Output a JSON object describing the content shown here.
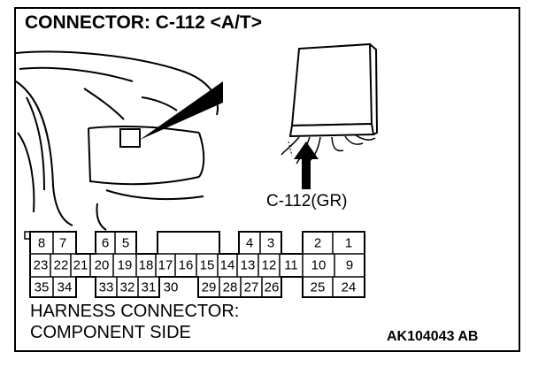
{
  "title": "CONNECTOR: C-112 <A/T>",
  "callout_label": "C-112(GR)",
  "caption_line1": "HARNESS CONNECTOR:",
  "caption_line2": "COMPONENT SIDE",
  "doc_id": "AK104043 AB",
  "pins": {
    "row1": [
      "8",
      "7",
      "6",
      "5",
      "4",
      "3",
      "2",
      "1"
    ],
    "row2": [
      "23",
      "22",
      "21",
      "20",
      "19",
      "18",
      "17",
      "16",
      "15",
      "14",
      "13",
      "12",
      "11",
      "10",
      "9"
    ],
    "row3": [
      "35",
      "34",
      "33",
      "32",
      "31",
      "30",
      "29",
      "28",
      "27",
      "26",
      "25",
      "24"
    ]
  },
  "icons": [
    "dashboard-illustration",
    "control-unit-icon",
    "pointer-arrow-icon"
  ]
}
